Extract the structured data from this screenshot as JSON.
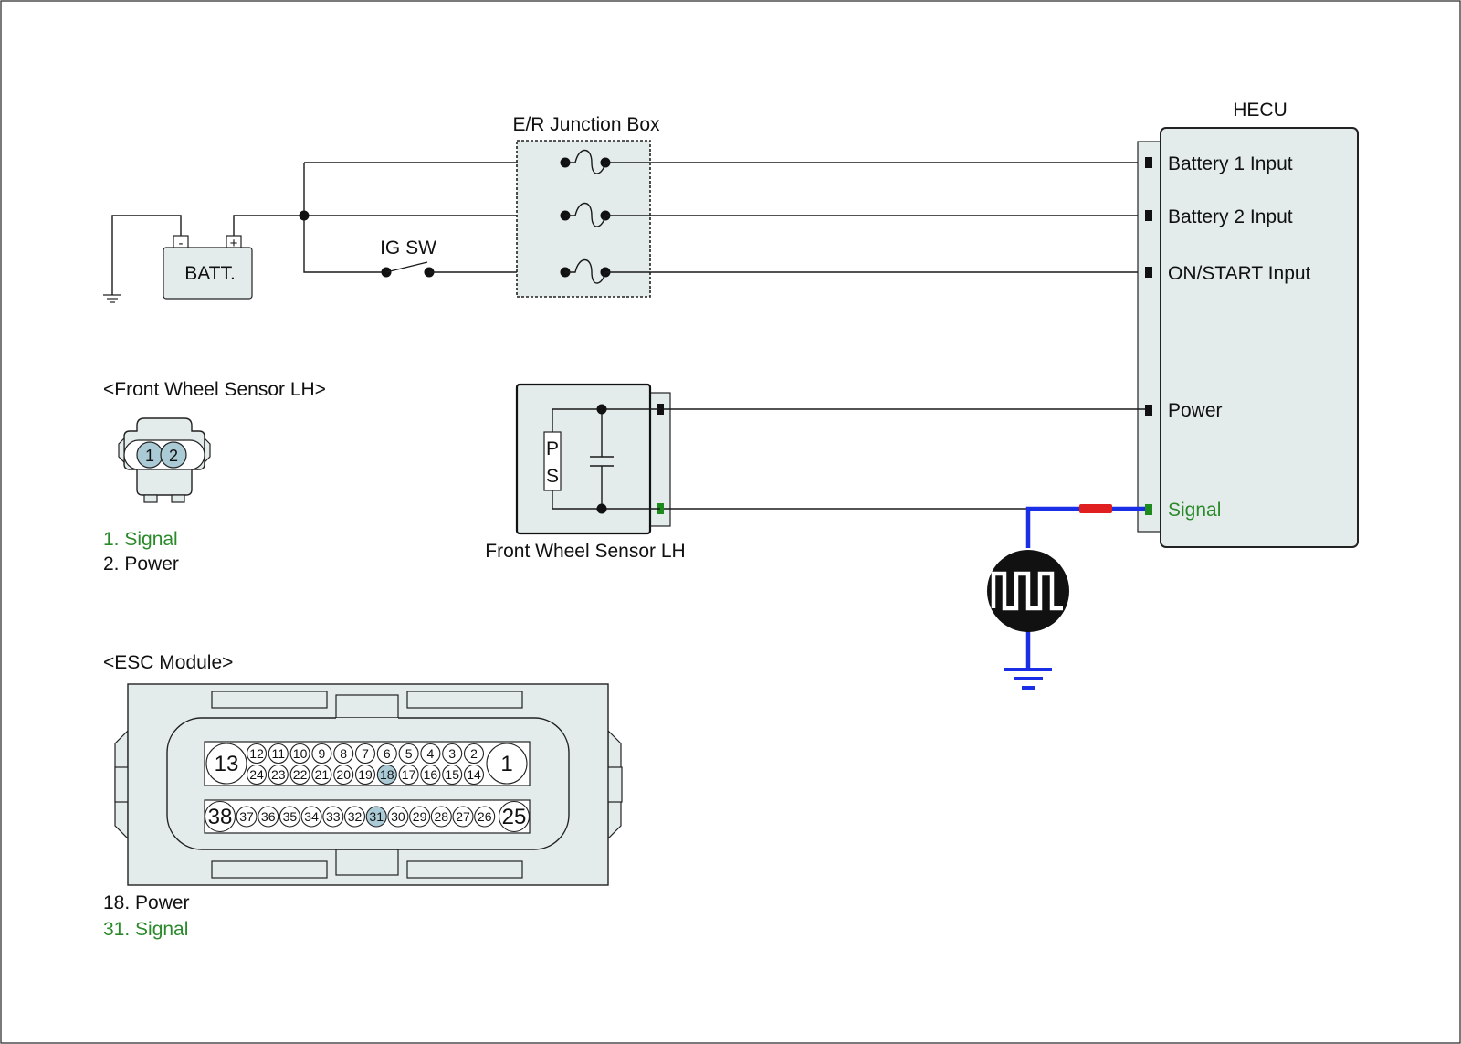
{
  "colors": {
    "panel_fill": "#e3ebeb",
    "pin_highlight": "#aacbd6",
    "signal_text": "#2a8a2a",
    "signal_pin": "#1d8a1d",
    "measure_wire": "#1a2ee6",
    "probe_red": "#e02020",
    "line": "#1a1a1a"
  },
  "junction_box": {
    "title": "E/R Junction Box"
  },
  "battery": {
    "label": "BATT.",
    "minus": "-",
    "plus": "+"
  },
  "ignition_switch": {
    "label": "IG SW"
  },
  "hecu": {
    "title": "HECU",
    "pins": {
      "battery1": "Battery 1 Input",
      "battery2": "Battery 2 Input",
      "on_start": "ON/START Input",
      "power": "Power",
      "signal": "Signal"
    }
  },
  "wheel_sensor": {
    "caption": "Front Wheel Sensor LH",
    "element_letters": [
      "P",
      "S"
    ],
    "connector_title": "<Front Wheel Sensor LH>",
    "connector_pins": [
      "1",
      "2"
    ],
    "legend": {
      "signal": "1. Signal",
      "power": "2. Power"
    }
  },
  "esc_module": {
    "title": "<ESC Module>",
    "row1": [
      "13",
      "12",
      "11",
      "10",
      "9",
      "8",
      "7",
      "6",
      "5",
      "4",
      "3",
      "2",
      "1"
    ],
    "row2": [
      "24",
      "23",
      "22",
      "21",
      "20",
      "19",
      "18",
      "17",
      "16",
      "15",
      "14"
    ],
    "row3": [
      "38",
      "37",
      "36",
      "35",
      "34",
      "33",
      "32",
      "31",
      "30",
      "29",
      "28",
      "27",
      "26",
      "25"
    ],
    "highlighted_pins": [
      "18",
      "31"
    ],
    "legend": {
      "power": "18. Power",
      "signal": "31. Signal"
    }
  },
  "measurement": {
    "instrument_icon": "square-wave-icon",
    "ground_icon": "ground-icon"
  }
}
